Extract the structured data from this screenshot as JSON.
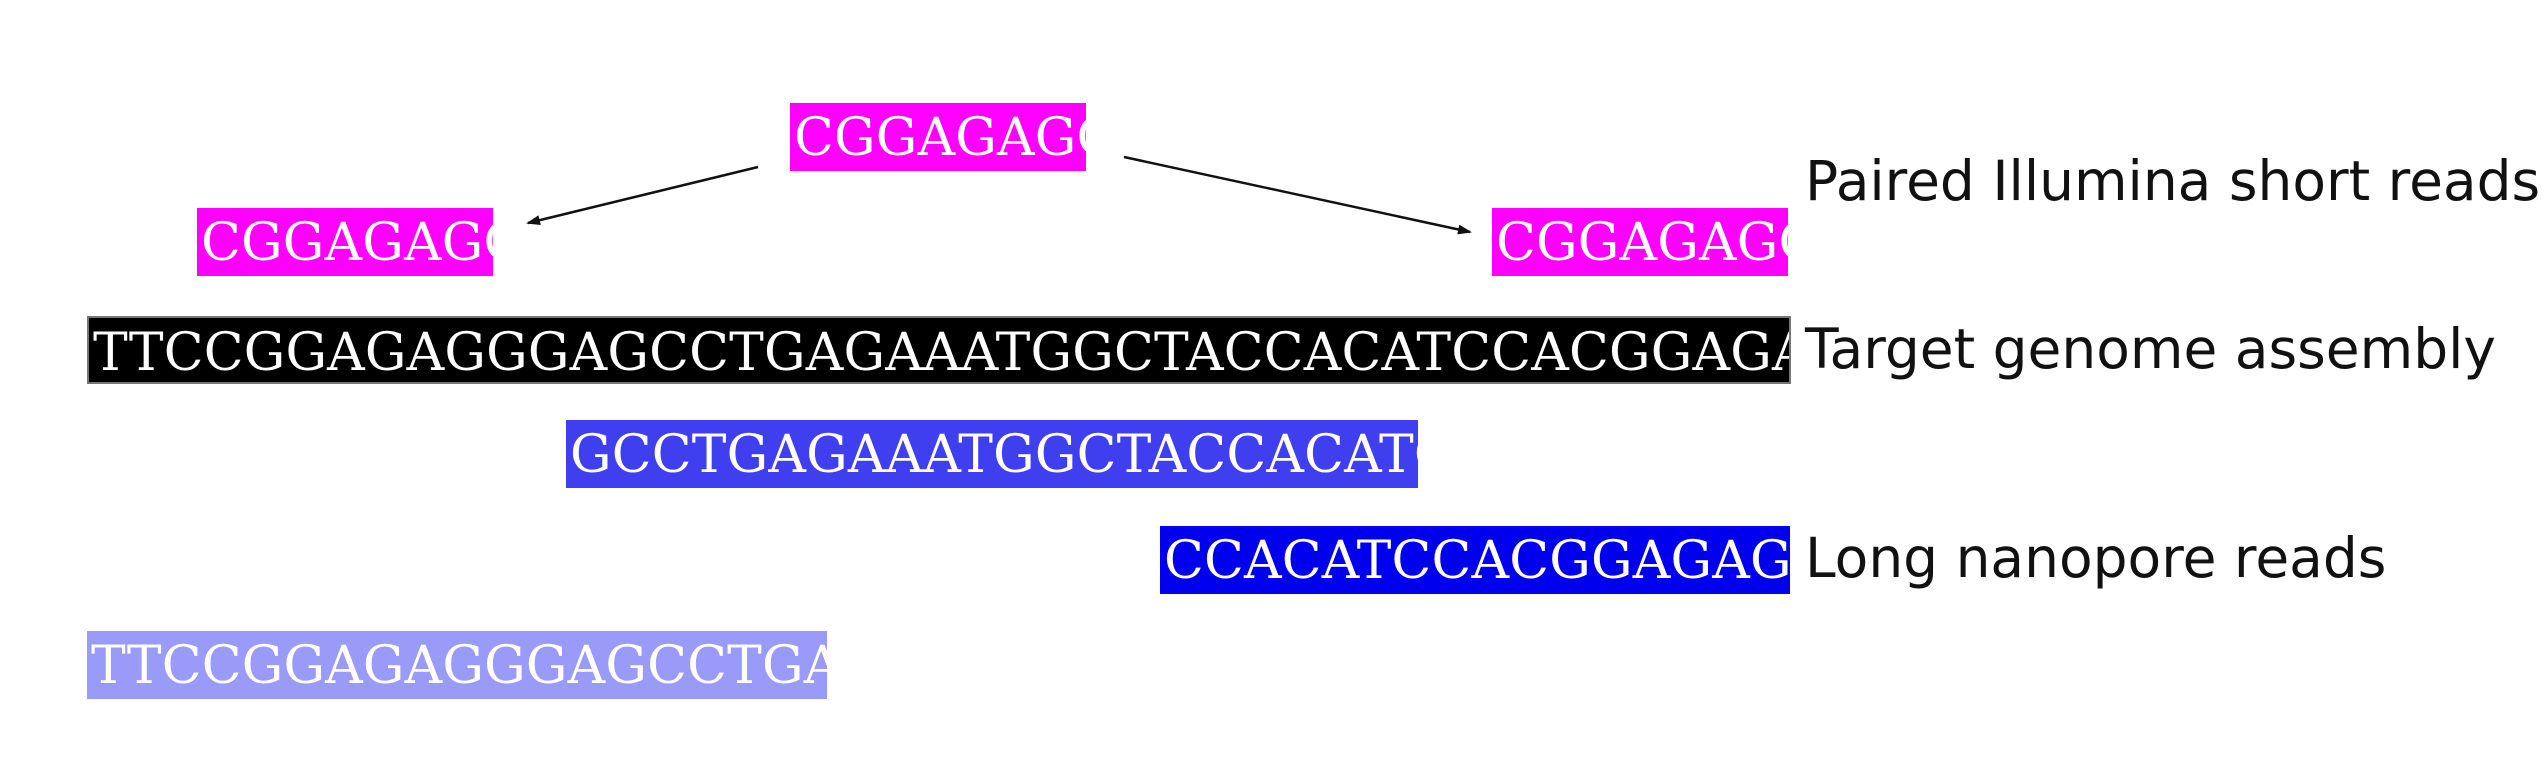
{
  "colors": {
    "short_read": "#ff00ff",
    "assembly": "#000000",
    "long_read_1": "#3f3ff0",
    "long_read_2": "#0000ee",
    "long_read_3": "#9a9af8"
  },
  "short_reads": {
    "pair_source": "CGGAGAGG",
    "left": "CGGAGAGG",
    "right": "CGGAGAGG",
    "label": "Paired Illumina short reads"
  },
  "assembly": {
    "sequence": "TTCCGGAGAGGGAGCCTGAGAAATGGCTACCACATCCACGGAGAGG",
    "label": "Target genome assembly"
  },
  "long_reads": {
    "read_1": "GCCTGAGAAATGGCTACCACATC",
    "read_2": "CCACATCCACGGAGAGG",
    "read_3": "TTCCGGAGAGGGAGCCTGAG",
    "label": "Long nanopore reads"
  }
}
